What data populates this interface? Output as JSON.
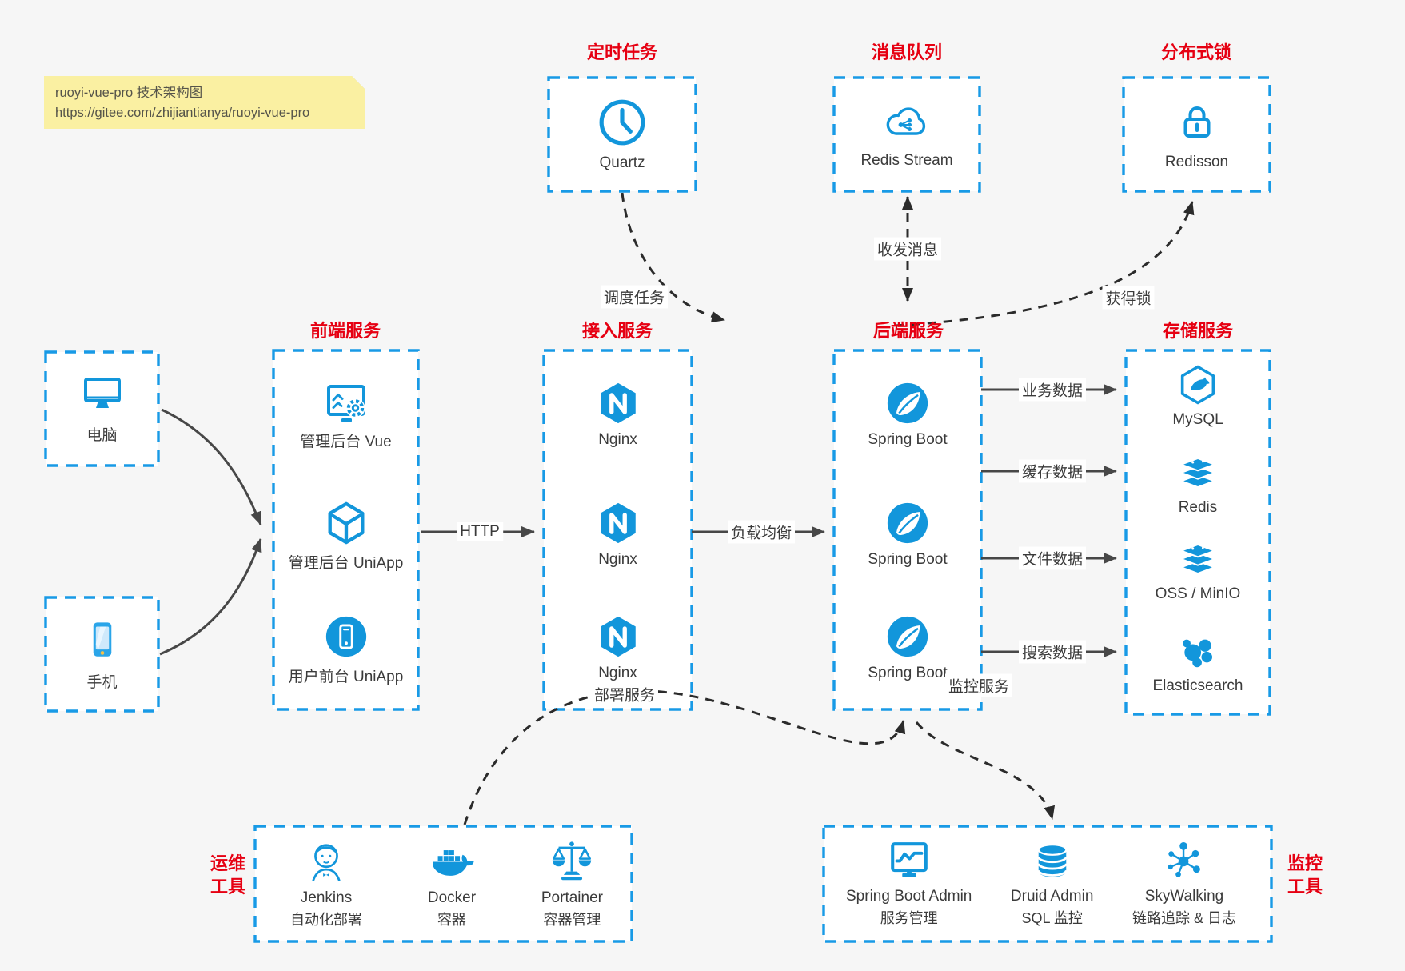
{
  "note": {
    "line1": "ruoyi-vue-pro 技术架构图",
    "line2": "https://gitee.com/zhijiantianya/ruoyi-vue-pro"
  },
  "scheduler": {
    "title": "定时任务",
    "item": "Quartz"
  },
  "mq": {
    "title": "消息队列",
    "item": "Redis Stream"
  },
  "lock": {
    "title": "分布式锁",
    "item": "Redisson"
  },
  "clients": {
    "computer": "电脑",
    "phone": "手机"
  },
  "frontend": {
    "title": "前端服务",
    "items": [
      "管理后台 Vue",
      "管理后台 UniApp",
      "用户前台 UniApp"
    ]
  },
  "gateway": {
    "title": "接入服务",
    "items": [
      "Nginx",
      "Nginx",
      "Nginx"
    ]
  },
  "backend": {
    "title": "后端服务",
    "items": [
      "Spring Boot",
      "Spring Boot",
      "Spring Boot"
    ]
  },
  "storage": {
    "title": "存储服务",
    "items": [
      "MySQL",
      "Redis",
      "OSS / MinIO",
      "Elasticsearch"
    ]
  },
  "ops": {
    "title1": "运维",
    "title2": "工具",
    "items": [
      {
        "name": "Jenkins",
        "desc": "自动化部署"
      },
      {
        "name": "Docker",
        "desc": "容器"
      },
      {
        "name": "Portainer",
        "desc": "容器管理"
      }
    ]
  },
  "monitor": {
    "title1": "监控",
    "title2": "工具",
    "items": [
      {
        "name": "Spring Boot Admin",
        "desc": "服务管理"
      },
      {
        "name": "Druid Admin",
        "desc": "SQL 监控"
      },
      {
        "name": "SkyWalking",
        "desc": "链路追踪 & 日志"
      }
    ]
  },
  "edges": {
    "http": "HTTP",
    "load_balance": "负载均衡",
    "schedule": "调度任务",
    "message": "收发消息",
    "acquire_lock": "获得锁",
    "business": "业务数据",
    "cache": "缓存数据",
    "file": "文件数据",
    "search": "搜索数据",
    "deploy": "部署服务",
    "monitoring": "监控服务"
  },
  "colors": {
    "accent_blue": "#1296db",
    "border_blue": "#189ae6",
    "title_red": "#e60012",
    "arrow_gray": "#474747",
    "note_bg": "#faf0a2"
  }
}
